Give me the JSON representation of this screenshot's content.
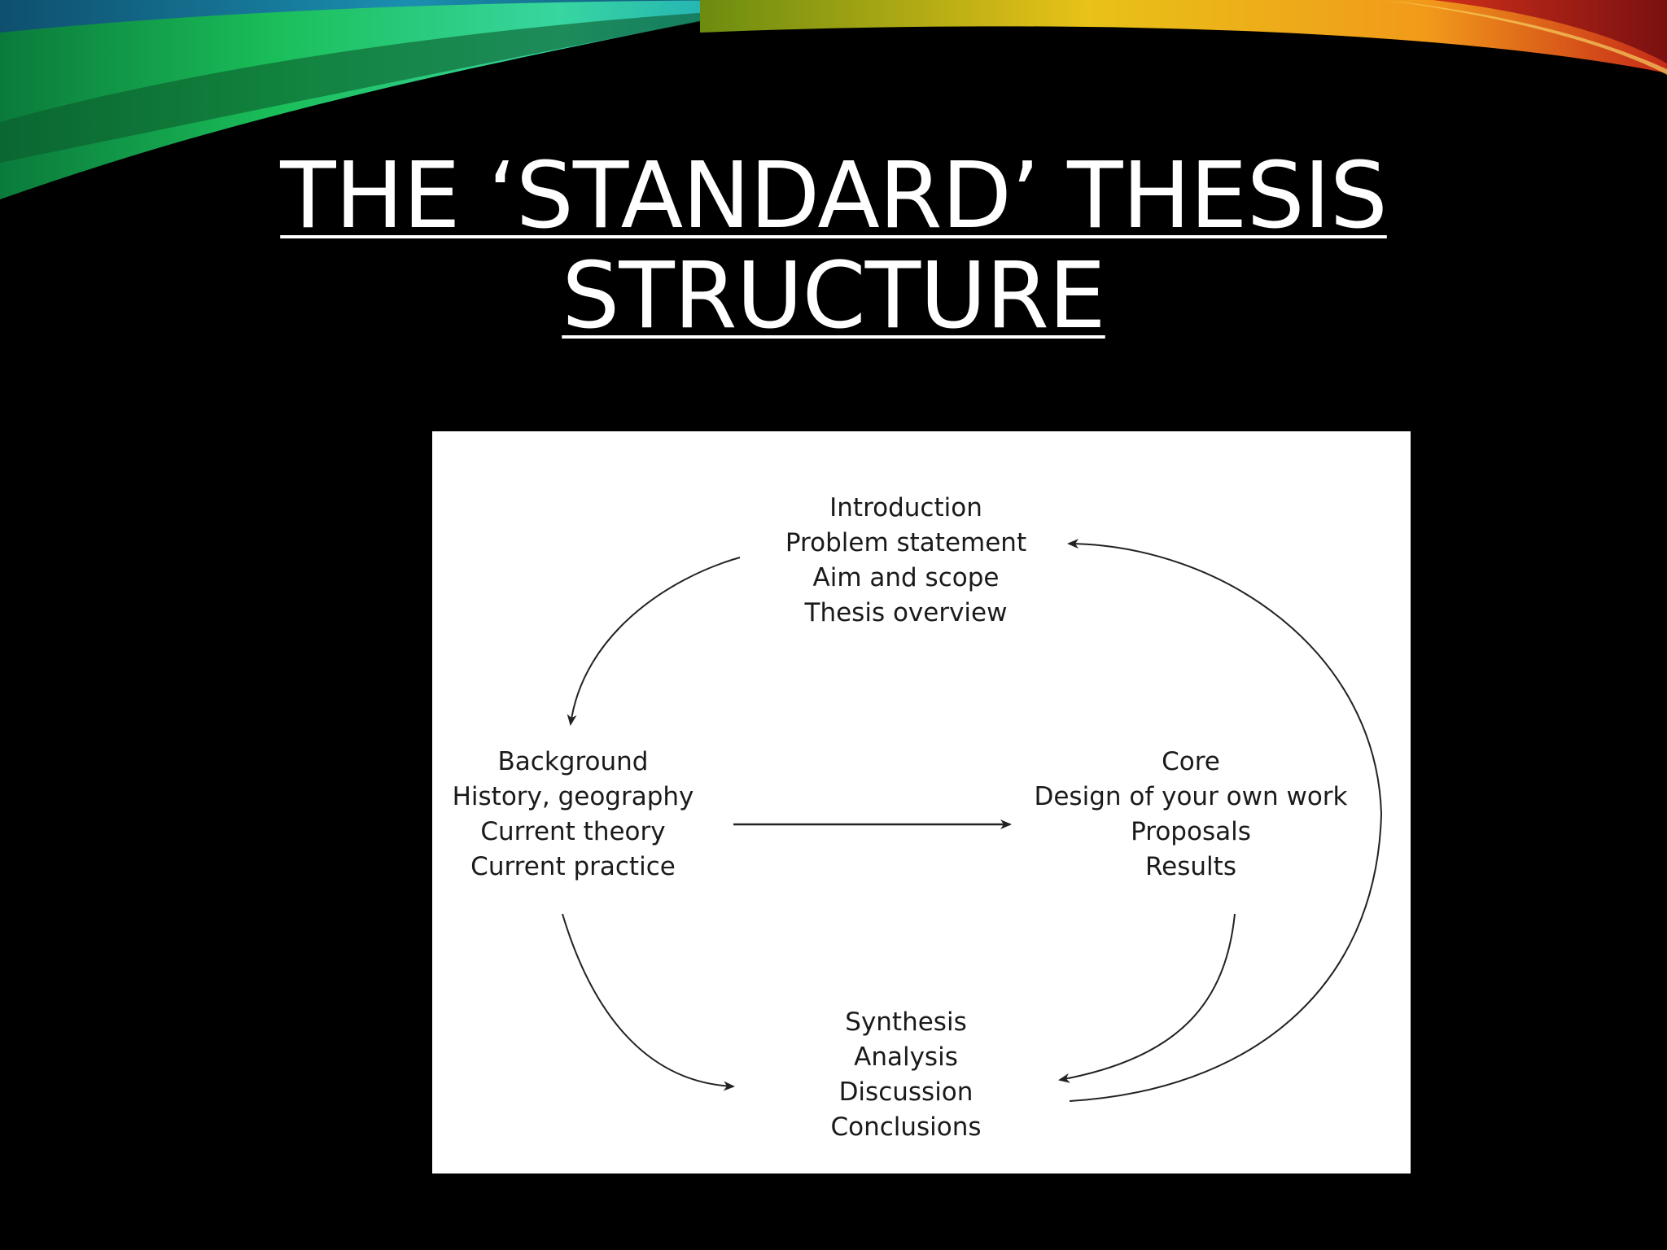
{
  "slide": {
    "title_line1": "THE ‘STANDARD’ THESIS",
    "title_line2": "STRUCTURE"
  },
  "diagram": {
    "nodes": {
      "introduction": [
        "Introduction",
        "Problem statement",
        "Aim and scope",
        "Thesis overview"
      ],
      "background": [
        "Background",
        "History, geography",
        "Current theory",
        "Current practice"
      ],
      "core": [
        "Core",
        "Design of your own work",
        "Proposals",
        "Results"
      ],
      "synthesis": [
        "Synthesis",
        "Analysis",
        "Discussion",
        "Conclusions"
      ]
    },
    "edges": [
      {
        "from": "introduction",
        "to": "background"
      },
      {
        "from": "background",
        "to": "core"
      },
      {
        "from": "background",
        "to": "synthesis"
      },
      {
        "from": "core",
        "to": "synthesis"
      },
      {
        "from": "synthesis",
        "to": "introduction"
      }
    ]
  },
  "colors": {
    "background": "#000000",
    "title": "#ffffff",
    "figure_background": "#ffffff",
    "arrow": "#222222"
  }
}
